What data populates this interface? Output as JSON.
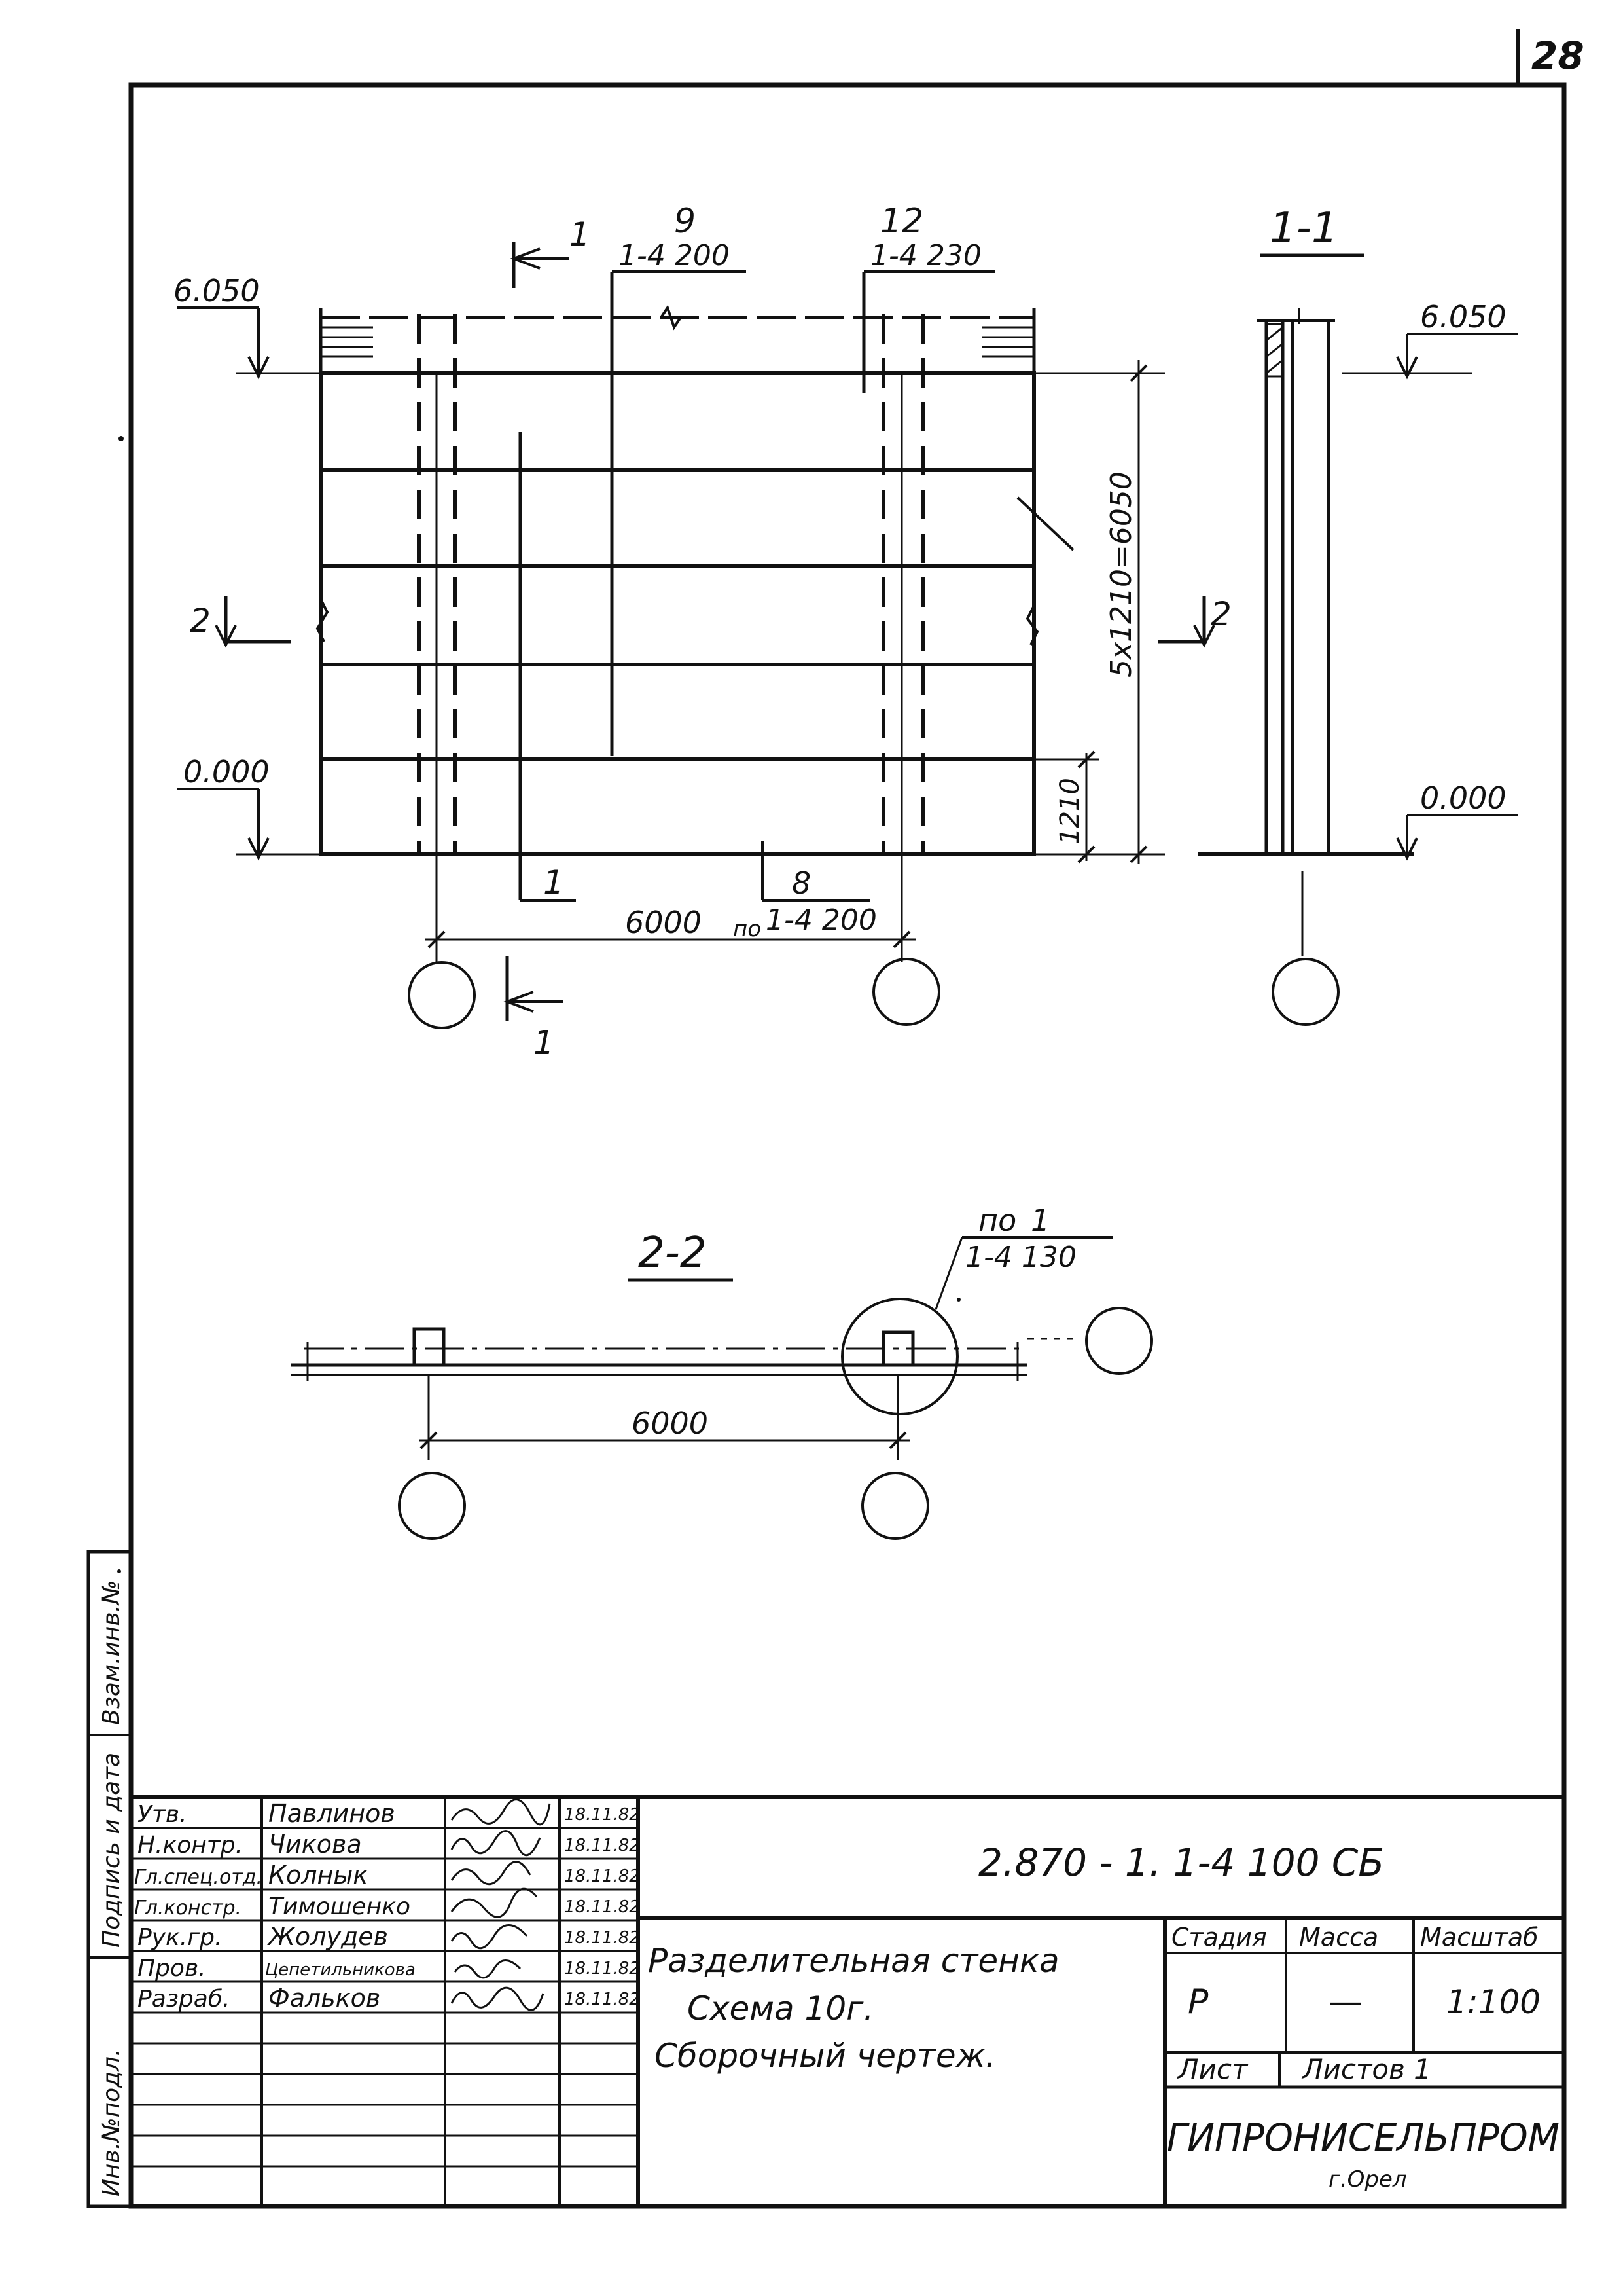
{
  "sheet": {
    "page_number": "28"
  },
  "elevation": {
    "levels": {
      "top": "6.050",
      "bottom": "0.000"
    },
    "marks": {
      "mark_9": {
        "num": "9",
        "ref": "1-4 200"
      },
      "mark_12": {
        "num": "12",
        "ref": "1-4 230"
      },
      "mark_8": {
        "prefix": "по",
        "num": "8",
        "ref": "1-4 200"
      },
      "mark_1": "1"
    },
    "dims": {
      "span": "6000",
      "height_total": "5x1210=6050",
      "panel": "1210"
    },
    "section_1_label": "1",
    "section_2_label": "2"
  },
  "section_1_1": {
    "title": "1-1",
    "level_top": "6.050",
    "level_bottom": "0.000"
  },
  "section_2_2": {
    "title": "2-2",
    "callout": {
      "prefix": "по",
      "num": "1",
      "ref": "1-4 130"
    },
    "dim": "6000"
  },
  "side_stamp": {
    "labels": [
      "Инв.№подл.",
      "Подпись и дата",
      "Взам.инв.№"
    ]
  },
  "title_block": {
    "document_code": "2.870 - 1.  1-4  100  СБ",
    "description": [
      "Разделительная стенка",
      "Схема 10г.",
      "Сборочный чертеж."
    ],
    "headers": {
      "stage": "Стадия",
      "mass": "Масса",
      "scale": "Масштаб"
    },
    "values": {
      "stage": "Р",
      "mass": "—",
      "scale": "1:100"
    },
    "sheet_label": "Лист",
    "sheets_label": "Листов 1",
    "organization": "ГИПРОНИСЕЛЬПРОМ",
    "city": "г.Орел",
    "signatures": [
      {
        "role": "Утв.",
        "name": "Павлинов",
        "date": "18.11.82"
      },
      {
        "role": "Н.контр.",
        "name": "Чикова",
        "date": "18.11.82"
      },
      {
        "role": "Гл.спец.отд.",
        "name": "Колнык",
        "date": "18.11.82"
      },
      {
        "role": "Гл.констр.",
        "name": "Тимошенко",
        "date": "18.11.82"
      },
      {
        "role": "Рук.гр.",
        "name": "Жолудев",
        "date": "18.11.82"
      },
      {
        "role": "Пров.",
        "name": "Цепетильникова",
        "date": "18.11.82"
      },
      {
        "role": "Разраб.",
        "name": "Фальков",
        "date": "18.11.82"
      }
    ]
  }
}
